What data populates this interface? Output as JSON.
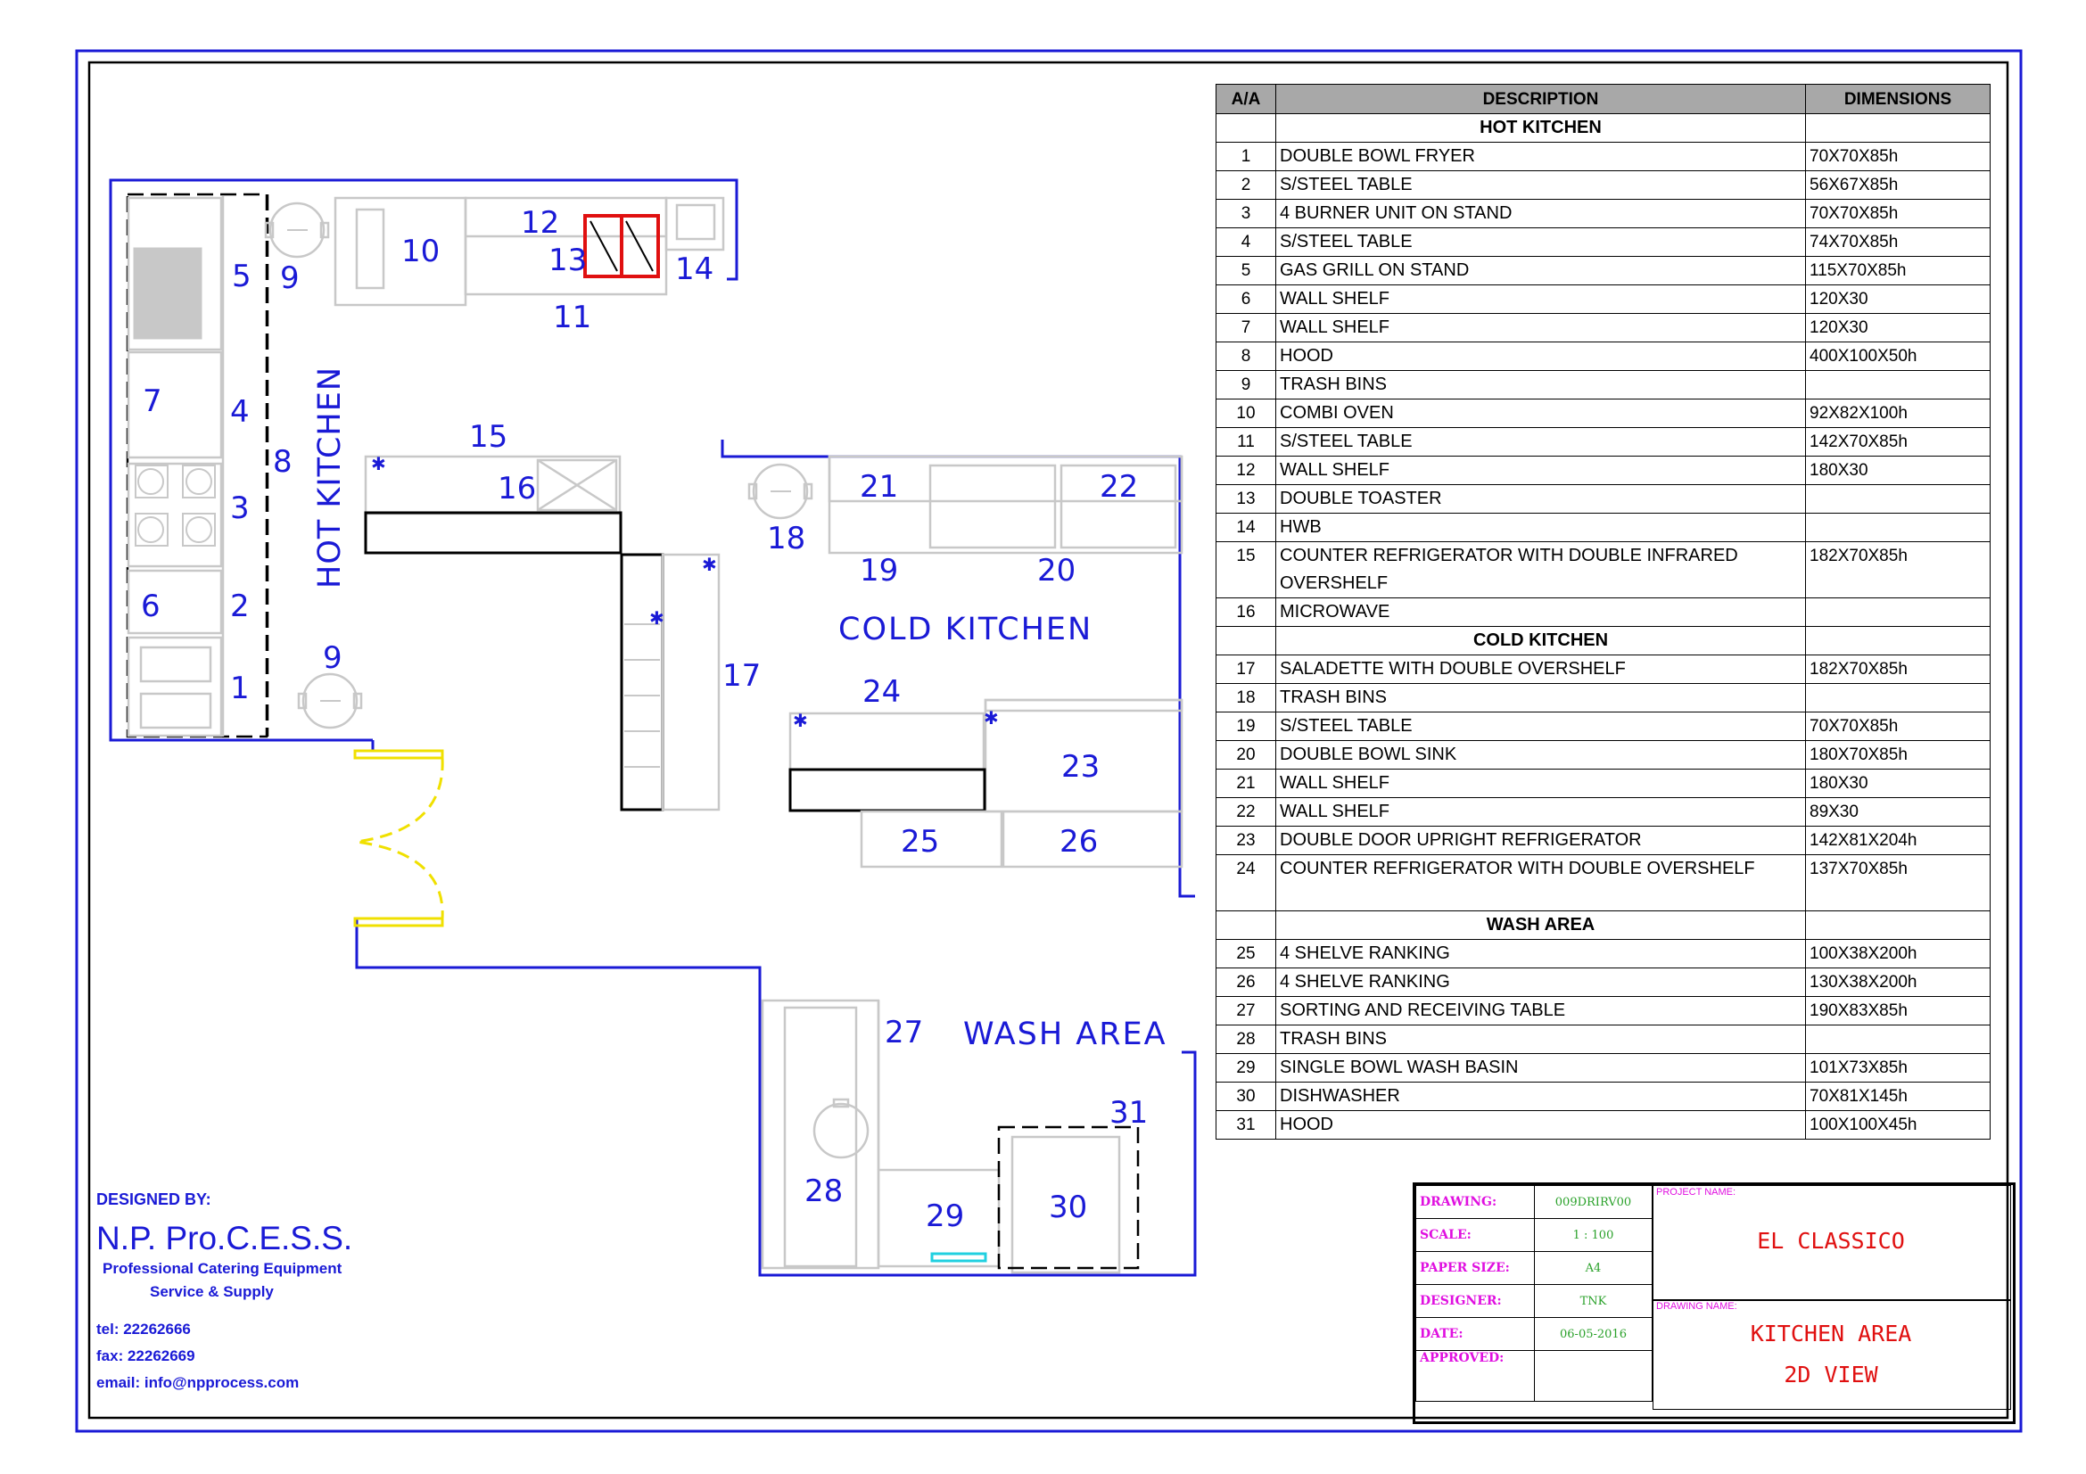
{
  "plan": {
    "areas": {
      "hot": "HOT KITCHEN",
      "cold": "COLD KITCHEN",
      "wash": "WASH AREA"
    },
    "numbers": [
      "1",
      "2",
      "3",
      "4",
      "5",
      "6",
      "7",
      "8",
      "9",
      "9",
      "10",
      "11",
      "12",
      "13",
      "14",
      "15",
      "16",
      "17",
      "18",
      "19",
      "20",
      "21",
      "22",
      "23",
      "24",
      "25",
      "26",
      "27",
      "28",
      "29",
      "30",
      "31"
    ]
  },
  "legend": {
    "headers": {
      "aa": "A/A",
      "desc": "DESCRIPTION",
      "dim": "DIMENSIONS"
    },
    "sections": {
      "hot": "HOT KITCHEN",
      "cold": "COLD KITCHEN",
      "wash": "WASH AREA"
    },
    "rows": [
      {
        "n": "1",
        "d": "DOUBLE BOWL FRYER",
        "m": "70X70X85h"
      },
      {
        "n": "2",
        "d": "S/STEEL TABLE",
        "m": "56X67X85h"
      },
      {
        "n": "3",
        "d": "4 BURNER UNIT ON STAND",
        "m": "70X70X85h"
      },
      {
        "n": "4",
        "d": "S/STEEL TABLE",
        "m": "74X70X85h"
      },
      {
        "n": "5",
        "d": "GAS GRILL ON STAND",
        "m": "115X70X85h"
      },
      {
        "n": "6",
        "d": "WALL SHELF",
        "m": "120X30"
      },
      {
        "n": "7",
        "d": "WALL SHELF",
        "m": "120X30"
      },
      {
        "n": "8",
        "d": "HOOD",
        "m": "400X100X50h"
      },
      {
        "n": "9",
        "d": "TRASH BINS",
        "m": ""
      },
      {
        "n": "10",
        "d": "COMBI OVEN",
        "m": "92X82X100h"
      },
      {
        "n": "11",
        "d": "S/STEEL TABLE",
        "m": "142X70X85h"
      },
      {
        "n": "12",
        "d": "WALL SHELF",
        "m": "180X30"
      },
      {
        "n": "13",
        "d": "DOUBLE TOASTER",
        "m": ""
      },
      {
        "n": "14",
        "d": "HWB",
        "m": ""
      },
      {
        "n": "15",
        "d": "COUNTER REFRIGERATOR WITH DOUBLE INFRARED OVERSHELF",
        "m": "182X70X85h"
      },
      {
        "n": "16",
        "d": "MICROWAVE",
        "m": ""
      },
      {
        "n": "17",
        "d": "SALADETTE WITH DOUBLE OVERSHELF",
        "m": "182X70X85h"
      },
      {
        "n": "18",
        "d": "TRASH BINS",
        "m": ""
      },
      {
        "n": "19",
        "d": "S/STEEL TABLE",
        "m": "70X70X85h"
      },
      {
        "n": "20",
        "d": "DOUBLE BOWL SINK",
        "m": "180X70X85h"
      },
      {
        "n": "21",
        "d": "WALL SHELF",
        "m": "180X30"
      },
      {
        "n": "22",
        "d": "WALL SHELF",
        "m": "89X30"
      },
      {
        "n": "23",
        "d": "DOUBLE DOOR UPRIGHT REFRIGERATOR",
        "m": "142X81X204h"
      },
      {
        "n": "24",
        "d": "COUNTER REFRIGERATOR WITH DOUBLE OVERSHELF",
        "m": "137X70X85h"
      },
      {
        "n": "25",
        "d": "4 SHELVE RANKING",
        "m": "100X38X200h"
      },
      {
        "n": "26",
        "d": "4 SHELVE RANKING",
        "m": "130X38X200h"
      },
      {
        "n": "27",
        "d": "SORTING AND RECEIVING TABLE",
        "m": "190X83X85h"
      },
      {
        "n": "28",
        "d": "TRASH BINS",
        "m": ""
      },
      {
        "n": "29",
        "d": "SINGLE BOWL WASH BASIN",
        "m": "101X73X85h"
      },
      {
        "n": "30",
        "d": "DISHWASHER",
        "m": "70X81X145h"
      },
      {
        "n": "31",
        "d": "HOOD",
        "m": "100X100X45h"
      }
    ]
  },
  "designer": {
    "label": "DESIGNED BY:",
    "company": "N.P. Pro.C.E.S.S.",
    "line1": "Professional Catering Equipment",
    "line2": "Service & Supply",
    "tel": "tel:  22262666",
    "fax": "fax:  22262669",
    "email": "email:  info@npprocess.com"
  },
  "titleblock": {
    "drawing_k": "DRAWING:",
    "drawing_v": "009DRIRV00",
    "scale_k": "SCALE:",
    "scale_v": "1 : 100",
    "paper_k": "PAPER SIZE:",
    "paper_v": "A4",
    "designer_k": "DESIGNER:",
    "designer_v": "TNK",
    "date_k": "DATE:",
    "date_v": "06-05-2016",
    "approved_k": "APPROVED:",
    "approved_v": "",
    "project_label": "PROJECT NAME:",
    "project": "EL CLASSICO",
    "drawing_label": "DRAWING NAME:",
    "drawing_name1": "KITCHEN AREA",
    "drawing_name2": "2D VIEW"
  },
  "colors": {
    "frame": "#1a1ad6",
    "plan_text": "#1a1ad6",
    "toaster": "#e01010",
    "door": "#f0e000",
    "title_red": "#e01010",
    "title_magenta": "#e010e0",
    "title_green": "#2aa12a"
  }
}
